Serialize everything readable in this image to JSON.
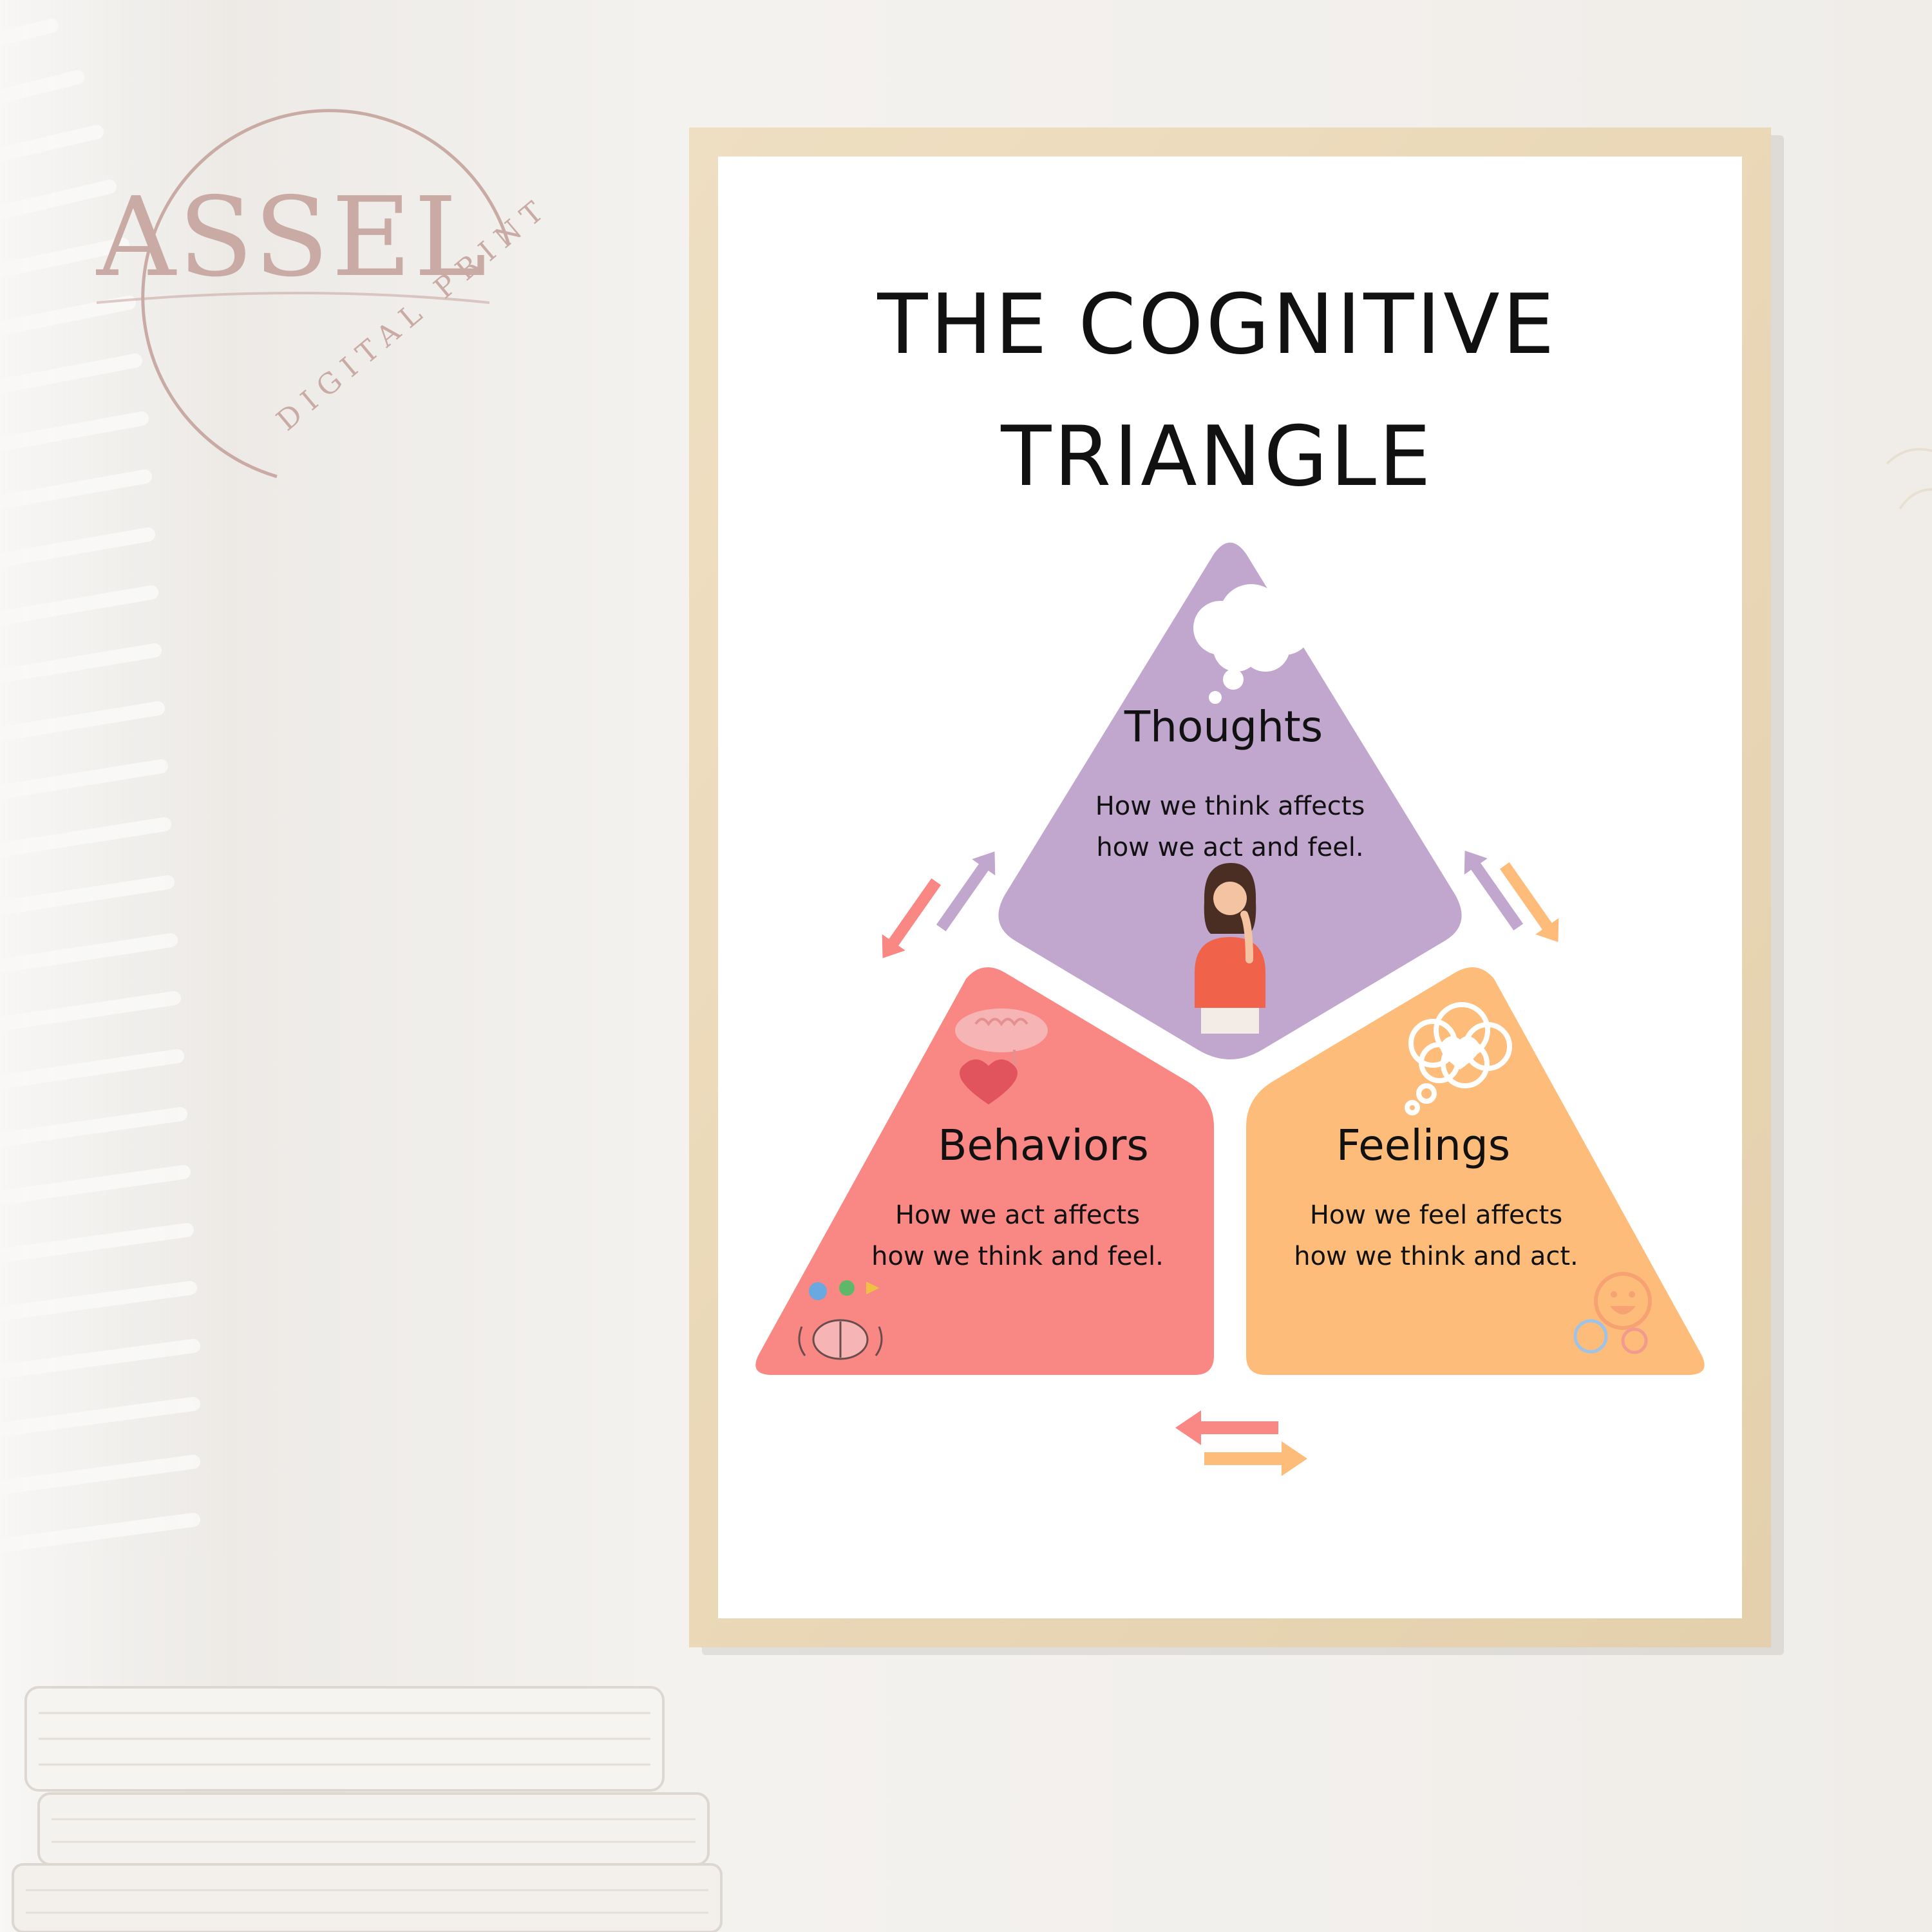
{
  "logo": {
    "wordmark": "ASSEL",
    "subtitle": "DIGITAL PRINT",
    "color": "#c9aaa4"
  },
  "poster": {
    "title_line_1": "THE COGNITIVE",
    "title_line_2": "TRIANGLE",
    "sections": {
      "thoughts": {
        "title": "Thoughts",
        "description": "How we think affects\nhow we act and feel.",
        "color": "#c1a6ce",
        "icon": "thought-cloud-icon"
      },
      "behaviors": {
        "title": "Behaviors",
        "description": "How we act affects\nhow we think and feel.",
        "color": "#f98784",
        "icon": "brain-heart-icon"
      },
      "feelings": {
        "title": "Feelings",
        "description": "How we feel affects\nhow we think and act.",
        "color": "#fdbc79",
        "icon": "heart-bubble-icon"
      }
    },
    "arrow_colors": {
      "purple": "#c1a6ce",
      "red": "#f98784",
      "orange": "#fdbc79"
    },
    "frame_color": "#ead7b6"
  }
}
